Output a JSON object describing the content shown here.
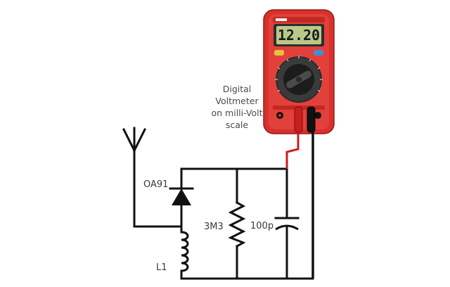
{
  "meter": {
    "reading": "12.20",
    "note_lines": [
      "Digital",
      "Voltmeter",
      "on milli-Volt",
      "scale"
    ],
    "body_color": "#d8302c",
    "lcd_color": "#b9c98a",
    "probe_red": "#c81e1e",
    "probe_black": "#111111"
  },
  "components": {
    "diode": "OA91",
    "resistor": "3M3",
    "capacitor": "100p",
    "inductor": "L1"
  }
}
